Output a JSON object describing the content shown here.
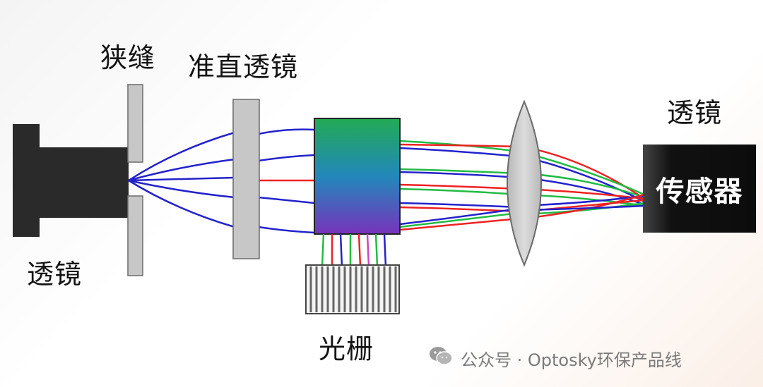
{
  "labels": {
    "left_lens": "透镜",
    "slit": "狭缝",
    "collimating_lens": "准直透镜",
    "focusing_lens": "透镜",
    "sensor": "传感器",
    "grating": "光栅"
  },
  "watermark": {
    "text": "公众号 · Optosky环保产品线",
    "icon": "wechat-icon"
  },
  "colors": {
    "blue_ray": "#2222cc",
    "red_ray": "#ee2222",
    "green_ray": "#22bb44",
    "lens_body": "#2a2a2a",
    "optic_gray": "#c7c7c7",
    "sensor_fill": "#111111",
    "grating_top": "#22aa55",
    "grating_mid": "#2288bb",
    "grating_bottom": "#7733bb"
  }
}
